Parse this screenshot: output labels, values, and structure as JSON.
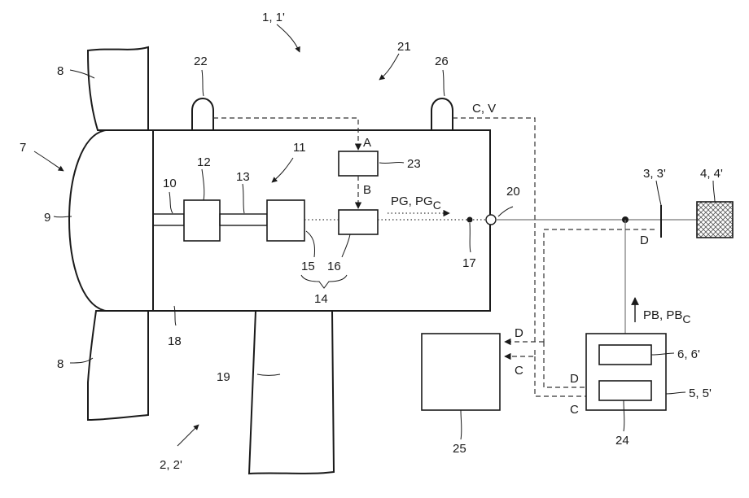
{
  "labels": {
    "system_ref": "1, 1'",
    "wind_turbine_ref": "2, 2'",
    "grid_node_ref": "3, 3'",
    "grid_ref": "4, 4'",
    "battery_storage_ref": "5, 5'",
    "battery_ref": "6, 6'",
    "rotor_ref": "7",
    "blade_ref_top": "8",
    "blade_ref_bottom": "8",
    "hub_ref": "9",
    "rotor_shaft_ref": "10",
    "drivetrain_ref": "11",
    "gearbox_ref": "12",
    "shaft_ref": "13",
    "generator_system_ref": "14",
    "generator_ref": "15",
    "converter_ref": "16",
    "output_point_ref": "17",
    "nacelle_ref": "18",
    "tower_ref": "19",
    "connection_point_ref": "20",
    "control_system_ref": "21",
    "sensor_ref": "22",
    "turbine_controller_ref": "23",
    "storage_controller_ref": "24",
    "central_controller_ref": "25",
    "wind_sensor_ref": "26"
  },
  "signals": {
    "sensor_signal": "A",
    "control_signal": "B",
    "wind_signal": "C, V",
    "generator_power": "PG, PG",
    "generator_power_sub": "C",
    "battery_power": "PB, PB",
    "battery_power_sub": "C",
    "grid_signal_d": "D",
    "central_out_d": "D",
    "central_in_c": "C",
    "storage_in_d": "D",
    "storage_in_c": "C"
  },
  "icons": {
    "grid_symbol": "crosshatch-pattern",
    "sensor_symbol": "dome-sensor"
  }
}
